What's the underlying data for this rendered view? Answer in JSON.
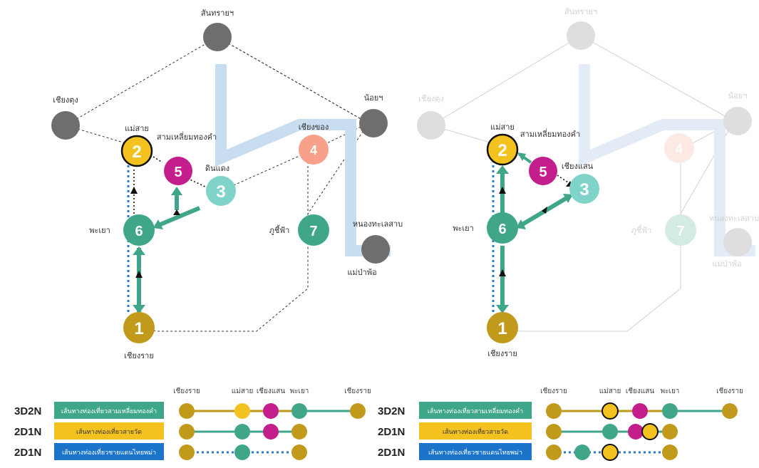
{
  "colors": {
    "teal": "#3fa68a",
    "teal_light": "#7fd3c8",
    "gold": "#c19a1c",
    "yellow": "#f4c21f",
    "magenta": "#c41d8c",
    "salmon": "#f7a08a",
    "gray": "#6e6e6e",
    "route_blue_light": "#c9ddf0",
    "dotted_blue": "#2a7ad2"
  },
  "left_map": {
    "outer_nodes": {
      "top": "สันทรายฯ",
      "left": "เชียงตุง",
      "right": "น้อยฯ",
      "bottom_right_top": "หนองทะเลสาบ",
      "bottom_right_bottom": "แม่ป่าพ้อ"
    },
    "numbered_nodes": [
      {
        "num": "1",
        "label": "เชียงราย"
      },
      {
        "num": "2",
        "label": "แม่สาย"
      },
      {
        "num": "3",
        "label": "ดินแดง"
      },
      {
        "num": "4",
        "label": "เชียงของ"
      },
      {
        "num": "5",
        "label": "สามเหลี่ยมทองคำ"
      },
      {
        "num": "6",
        "label": "พะเยา"
      },
      {
        "num": "7",
        "label": "ภูชี้ฟ้า"
      }
    ]
  },
  "right_map": {
    "outer_nodes": {
      "top": "สันทรายฯ",
      "left": "เชียงตุง",
      "right": "น้อยฯ",
      "bottom_right_top": "หนองทะเลสาบ",
      "bottom_right_bottom": "แม่ป่าพ้อ"
    },
    "numbered_nodes": [
      {
        "num": "1",
        "label": "เชียงราย"
      },
      {
        "num": "2",
        "label": "แม่สาย"
      },
      {
        "num": "3",
        "label": "เชียงแสน"
      },
      {
        "num": "4",
        "label": ""
      },
      {
        "num": "5",
        "label": "สามเหลี่ยมทองคำ"
      },
      {
        "num": "6",
        "label": "พะเยา"
      },
      {
        "num": "7",
        "label": "ภูชี้ฟ้า"
      }
    ]
  },
  "left_table": {
    "columns": [
      "เชียงราย",
      "แม่สาย",
      "เชียงแสน",
      "พะเยา",
      "เชียงราย"
    ],
    "rows": [
      {
        "label": "3D2N",
        "badge": "เส้นทางท่องเที่ยวสามเหลี่ยมทองคำ",
        "color": "teal"
      },
      {
        "label": "2D1N",
        "badge": "เส้นทางท่องเที่ยวสายวัด",
        "color": "yellow"
      },
      {
        "label": "2D1N",
        "badge": "เส้นทางท่องเที่ยวชายแดนไทยพม่า",
        "color": "blue"
      }
    ]
  },
  "right_table": {
    "columns": [
      "เชียงราย",
      "แม่สาย",
      "เชียงแสน",
      "พะเยา",
      "เชียงราย"
    ],
    "rows": [
      {
        "label": "3D2N",
        "badge": "เส้นทางท่องเที่ยวสามเหลี่ยมทองคำ",
        "color": "teal"
      },
      {
        "label": "2D1N",
        "badge": "เส้นทางท่องเที่ยวสายวัด",
        "color": "yellow"
      },
      {
        "label": "2D1N",
        "badge": "เส้นทางท่องเที่ยวชายแดนไทยพม่า",
        "color": "blue"
      }
    ]
  }
}
